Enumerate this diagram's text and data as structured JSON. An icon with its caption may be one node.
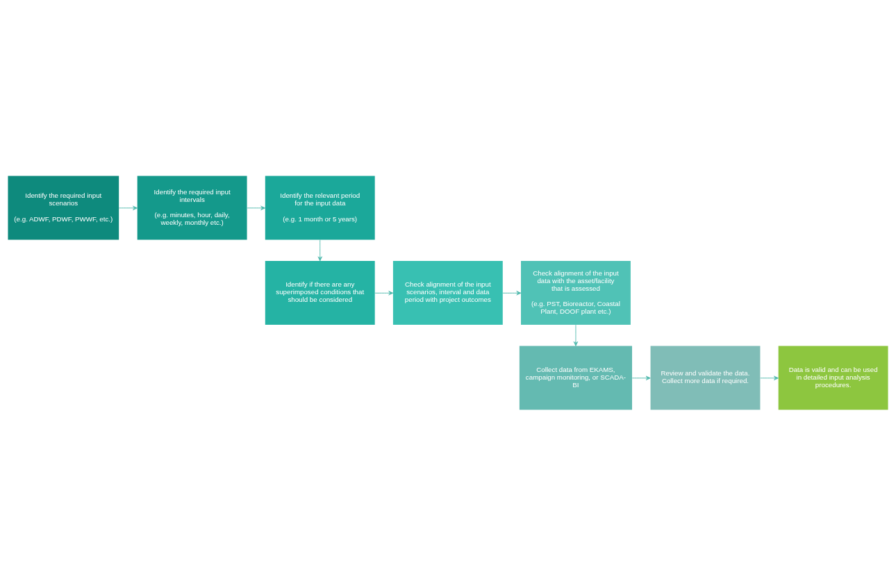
{
  "diagram": {
    "nodes": [
      {
        "text": [
          "Identify the required input scenarios",
          "(e.g. ADWF, PDWF, PWWF, etc.)"
        ]
      },
      {
        "text": [
          "Identify the required input intervals",
          "(e.g. minutes, hour, daily, weekly, monthly etc.)"
        ]
      },
      {
        "text": [
          "Identify the relevant period for the input data",
          "(e.g. 1 month or 5 years)"
        ]
      },
      {
        "text": [
          "Identify if there are any superimposed conditions that should be considered"
        ]
      },
      {
        "text": [
          "Check alignment of the input scenarios, interval and data period with project outcomes"
        ]
      },
      {
        "text": [
          "Check alignment of the input data with the asset/facility that is assessed",
          "(e.g. PST, Bioreactor, Coastal Plant, DOOF plant etc.)"
        ]
      },
      {
        "text": [
          "Collect data from EKAMS, campaign monitoring, or SCADA-BI"
        ]
      },
      {
        "text": [
          "Review and validate the data. Collect more data if required."
        ]
      },
      {
        "text": [
          "Data is valid and can be used in detailed input analysis procedures."
        ]
      }
    ],
    "edges": [
      {
        "from": 0,
        "to": 1,
        "arrow": "to"
      },
      {
        "from": 1,
        "to": 2,
        "arrow": "to"
      },
      {
        "from": 2,
        "to": 3,
        "arrow": "to"
      },
      {
        "from": 3,
        "to": 4,
        "arrow": "to"
      },
      {
        "from": 4,
        "to": 5,
        "arrow": "to"
      },
      {
        "from": 5,
        "to": 6,
        "arrow": "to"
      },
      {
        "from": 6,
        "to": 7,
        "arrow": "to"
      },
      {
        "from": 7,
        "to": 8,
        "arrow": "to"
      }
    ]
  }
}
